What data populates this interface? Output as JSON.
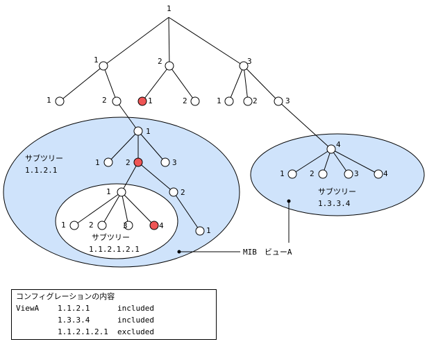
{
  "tree_labels": {
    "root": "1",
    "n1": "1",
    "n2": "2",
    "n3": "3",
    "n1_1": "1",
    "n1_2": "2",
    "n2_1": "1",
    "n2_2": "2",
    "n3_1": "1",
    "n3_2": "2",
    "n3_3": "3",
    "n121": "1",
    "n1211": "1",
    "n1212": "2",
    "n1213": "3",
    "n12121": "1",
    "n12122": "2",
    "n121211": "1",
    "n121212": "2",
    "n121213": "3",
    "n121214": "4",
    "n121221": "1",
    "n334": "4",
    "n3341": "1",
    "n3342": "2",
    "n3343": "3",
    "n3344": "4"
  },
  "subtrees": {
    "a_title": "サブツリー",
    "a_oid": "1.1.2.1",
    "b_title": "サブツリー",
    "b_oid": "1.1.2.1.2.1",
    "c_title": "サブツリー",
    "c_oid": "1.3.3.4"
  },
  "mib_view_label": "MIB　ビューA",
  "highlight_color": "#ee5555",
  "view_fill_color": "#cfe3fb",
  "config": {
    "title": "コンフィグレーションの内容",
    "rows": [
      {
        "view": "ViewA",
        "oid": "1.1.2.1",
        "status": "included"
      },
      {
        "view": "",
        "oid": "1.3.3.4",
        "status": "included"
      },
      {
        "view": "",
        "oid": "1.1.2.1.2.1",
        "status": "excluded"
      }
    ]
  }
}
